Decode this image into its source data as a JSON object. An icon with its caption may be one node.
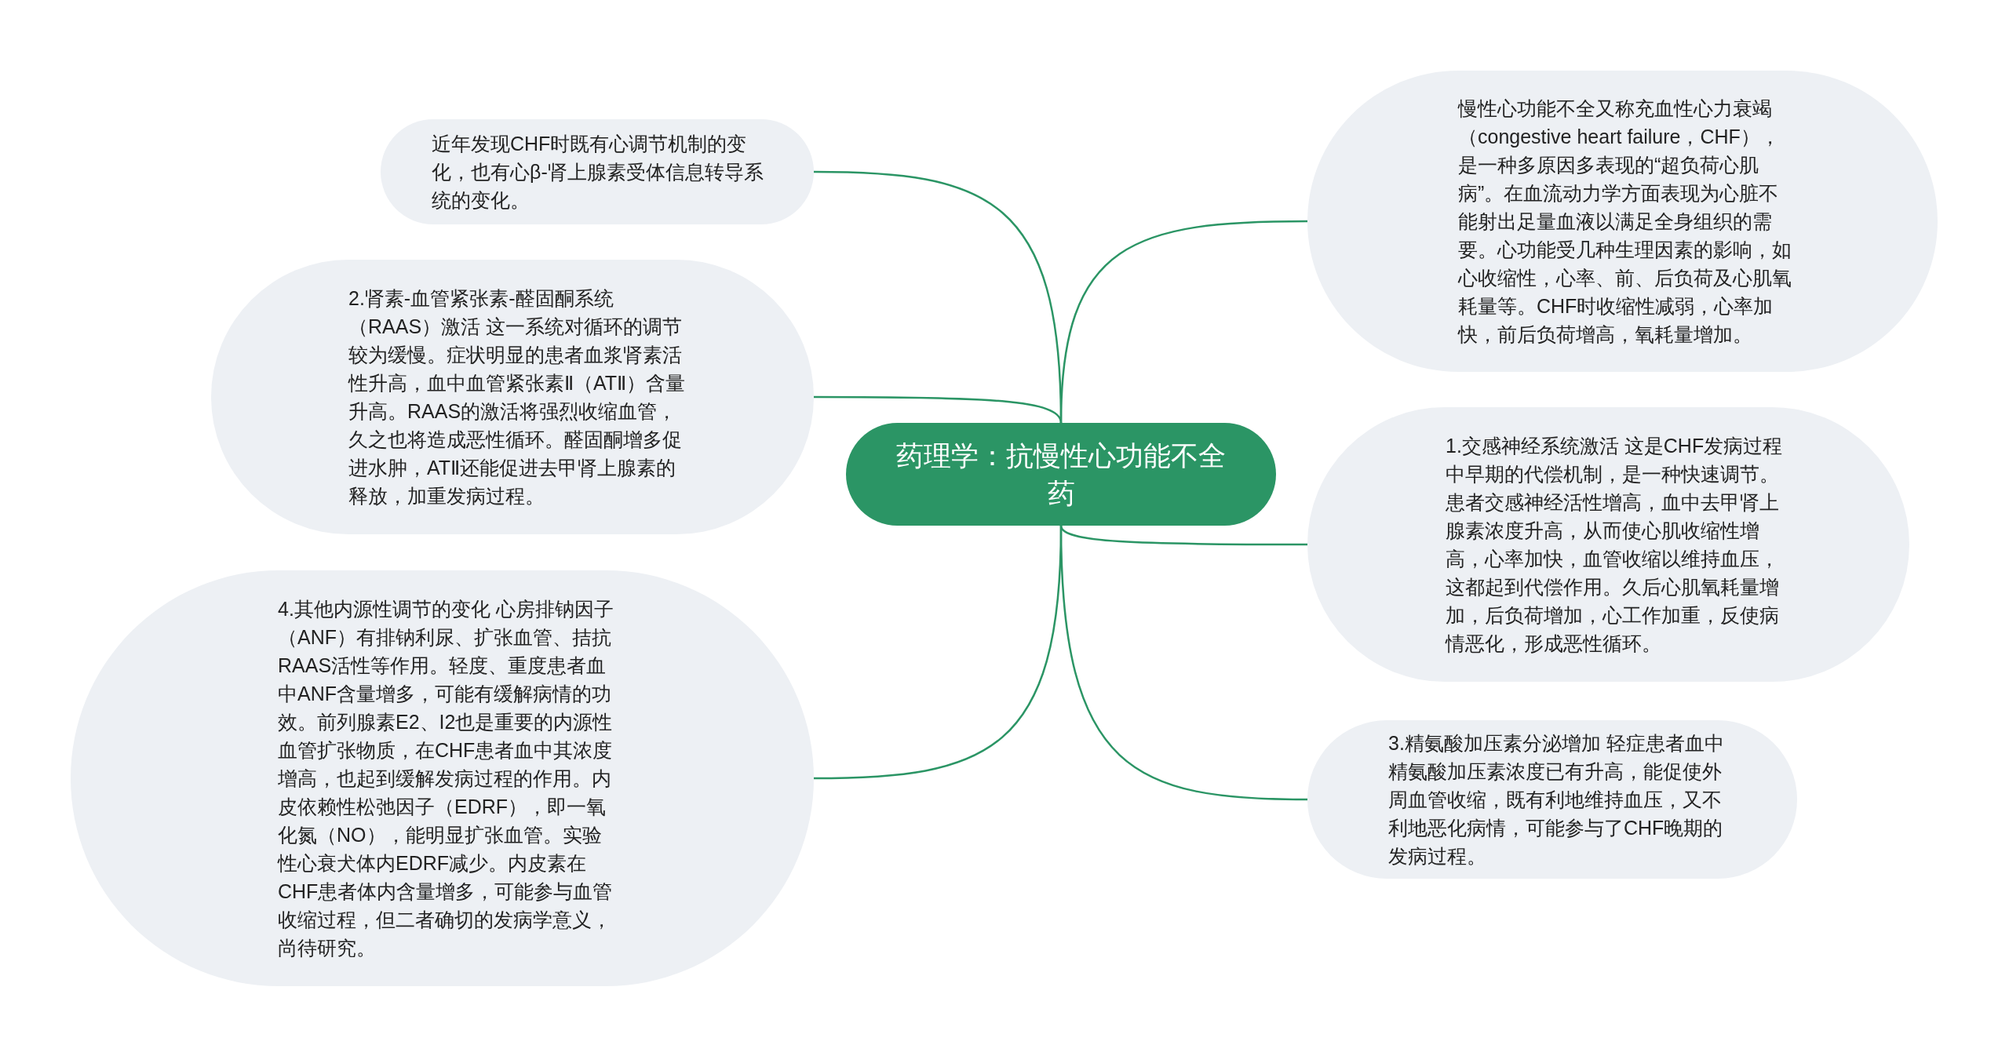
{
  "diagram": {
    "nodes": [
      {
        "text": [
          "药理学：抗慢性心功能不全药"
        ]
      },
      {
        "text": [
          "慢性心功能不全又称充血性心力衰竭（congestive heart failure，CHF），是一种多原因多表现的“超负荷心肌病”。在血流动力学方面表现为心脏不能射出足量血液以满足全身组织的需要。心功能受几种生理因素的影响，如心收缩性，心率、前、后负荷及心肌氧耗量等。CHF时收缩性减弱，心率加快，前后负荷增高，氧耗量增加。"
        ]
      },
      {
        "text": [
          "1.交感神经系统激活 这是CHF发病过程中早期的代偿机制，是一种快速调节。患者交感神经活性增高，血中去甲肾上腺素浓度升高，从而使心肌收缩性增高，心率加快，血管收缩以维持血压，这都起到代偿作用。久后心肌氧耗量增加，后负荷增加，心工作加重，反使病情恶化，形成恶性循环。"
        ]
      },
      {
        "text": [
          "3.精氨酸加压素分泌增加 轻症患者血中精氨酸加压素浓度已有升高，能促使外周血管收缩，既有利地维持血压，又不利地恶化病情，可能参与了CHF晚期的发病过程。"
        ]
      },
      {
        "text": [
          "近年发现CHF时既有心调节机制的变化，也有心β-肾上腺素受体信息转导系统的变化。"
        ]
      },
      {
        "text": [
          "2.肾素-血管紧张素-醛固酮系统（RAAS）激活 这一系统对循环的调节较为缓慢。症状明显的患者血浆肾素活性升高，血中血管紧张素Ⅱ（ATⅡ）含量升高。RAAS的激活将强烈收缩血管，久之也将造成恶性循环。醛固酮增多促进水肿，ATⅡ还能促进去甲肾上腺素的释放，加重发病过程。"
        ]
      },
      {
        "text": [
          "4.其他内源性调节的变化 心房排钠因子（ANF）有排钠利尿、扩张血管、拮抗RAAS活性等作用。轻度、重度患者血中ANF含量增多，可能有缓解病情的功效。前列腺素E2、I2也是重要的内源性血管扩张物质，在CHF患者血中其浓度增高，也起到缓解发病过程的作用。内皮依赖性松弛因子（EDRF），即一氧化氮（NO），能明显扩张血管。实验性心衰犬体内EDRF减少。内皮素在CHF患者体内含量增多，可能参与血管收缩过程，但二者确切的发病学意义，尚待研究。"
        ]
      }
    ],
    "edges": [
      {
        "from": 0,
        "to": 1,
        "arrow": "none"
      },
      {
        "from": 0,
        "to": 2,
        "arrow": "none"
      },
      {
        "from": 0,
        "to": 3,
        "arrow": "none"
      },
      {
        "from": 0,
        "to": 4,
        "arrow": "none"
      },
      {
        "from": 0,
        "to": 5,
        "arrow": "none"
      },
      {
        "from": 0,
        "to": 6,
        "arrow": "none"
      }
    ]
  }
}
